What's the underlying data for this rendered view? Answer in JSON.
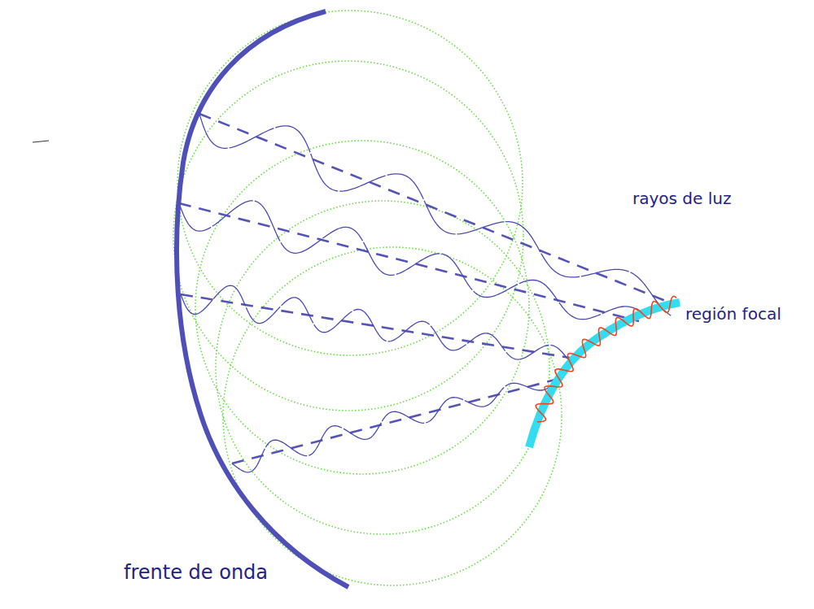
{
  "diagram": {
    "labels": [
      "rayos de luz",
      "región focal",
      "frente de onda"
    ]
  }
}
